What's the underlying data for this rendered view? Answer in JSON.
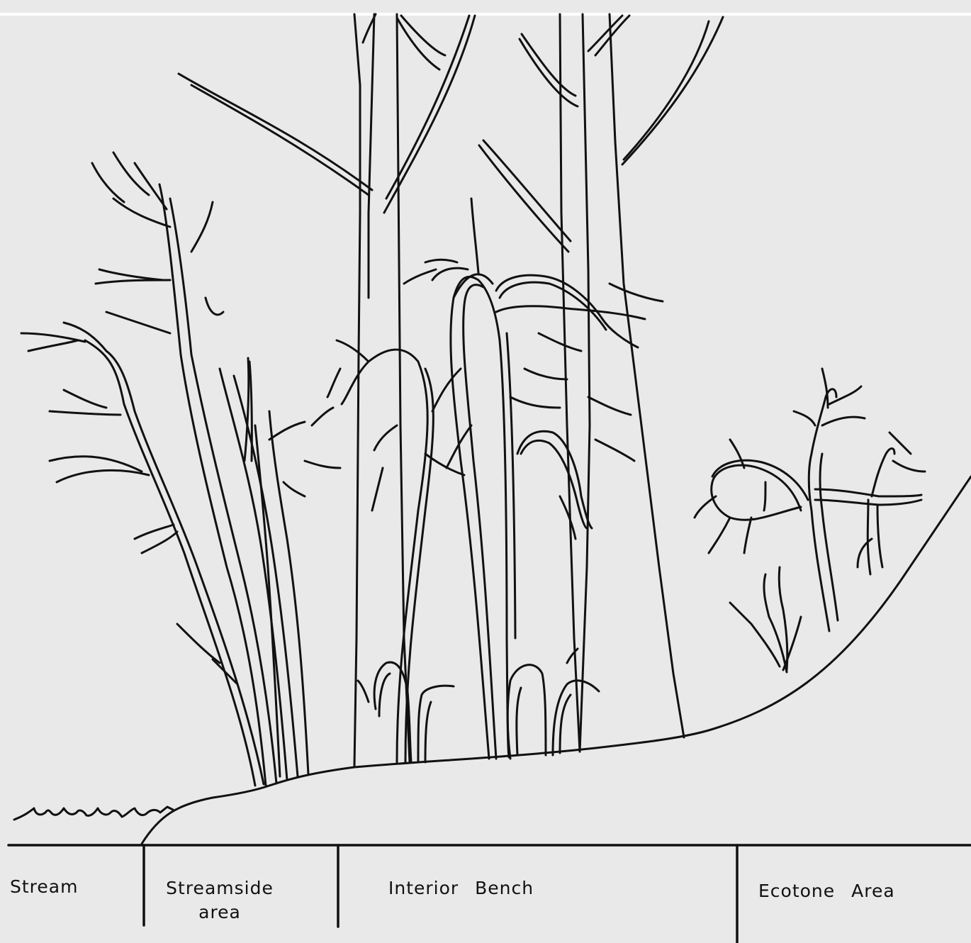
{
  "zones": [
    {
      "id": "stream",
      "label": "Stream"
    },
    {
      "id": "streamside",
      "label_line1": "Streamside",
      "label_line2": "area"
    },
    {
      "id": "interior",
      "label": "Interior Bench"
    },
    {
      "id": "ecotone",
      "label": "Ecotone Area"
    }
  ],
  "colors": {
    "paper": "#e9e9ea",
    "ink": "#111111"
  }
}
